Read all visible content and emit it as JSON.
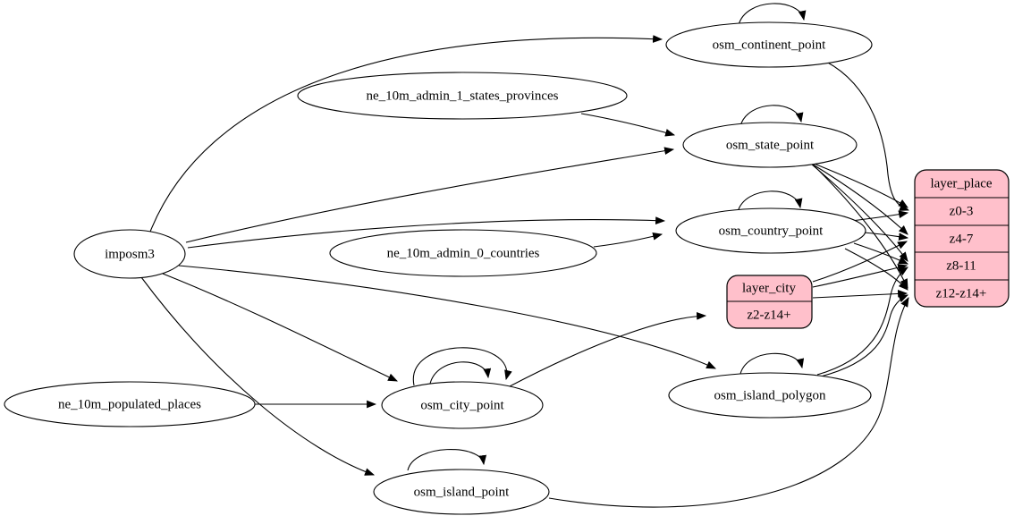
{
  "diagram_type": "etl-dependency-graph",
  "colors": {
    "record_fill": "#ffc0cb",
    "node_fill": "#ffffff",
    "edge_color": "#000000",
    "text_color": "#000000"
  },
  "nodes": {
    "imposm3": {
      "label": "imposm3",
      "shape": "ellipse"
    },
    "ne_10m_admin_1_states_provinces": {
      "label": "ne_10m_admin_1_states_provinces",
      "shape": "ellipse"
    },
    "ne_10m_admin_0_countries": {
      "label": "ne_10m_admin_0_countries",
      "shape": "ellipse"
    },
    "ne_10m_populated_places": {
      "label": "ne_10m_populated_places",
      "shape": "ellipse"
    },
    "osm_continent_point": {
      "label": "osm_continent_point",
      "shape": "ellipse"
    },
    "osm_state_point": {
      "label": "osm_state_point",
      "shape": "ellipse"
    },
    "osm_country_point": {
      "label": "osm_country_point",
      "shape": "ellipse"
    },
    "osm_city_point": {
      "label": "osm_city_point",
      "shape": "ellipse"
    },
    "osm_island_polygon": {
      "label": "osm_island_polygon",
      "shape": "ellipse"
    },
    "osm_island_point": {
      "label": "osm_island_point",
      "shape": "ellipse"
    },
    "layer_city": {
      "label": "layer_city",
      "shape": "record",
      "rows": [
        "z2-z14+"
      ]
    },
    "layer_place": {
      "label": "layer_place",
      "shape": "record",
      "rows": [
        "z0-3",
        "z4-7",
        "z8-11",
        "z12-z14+"
      ]
    }
  },
  "edges": [
    {
      "from": "imposm3",
      "to": "osm_continent_point"
    },
    {
      "from": "imposm3",
      "to": "osm_state_point"
    },
    {
      "from": "imposm3",
      "to": "osm_country_point"
    },
    {
      "from": "imposm3",
      "to": "osm_city_point"
    },
    {
      "from": "imposm3",
      "to": "osm_island_polygon"
    },
    {
      "from": "imposm3",
      "to": "osm_island_point"
    },
    {
      "from": "ne_10m_admin_1_states_provinces",
      "to": "osm_state_point"
    },
    {
      "from": "ne_10m_admin_0_countries",
      "to": "osm_country_point"
    },
    {
      "from": "ne_10m_populated_places",
      "to": "osm_city_point"
    },
    {
      "from": "osm_continent_point",
      "to": "osm_continent_point",
      "type": "self"
    },
    {
      "from": "osm_state_point",
      "to": "osm_state_point",
      "type": "self"
    },
    {
      "from": "osm_country_point",
      "to": "osm_country_point",
      "type": "self"
    },
    {
      "from": "osm_city_point",
      "to": "osm_city_point",
      "type": "self"
    },
    {
      "from": "osm_city_point",
      "to": "osm_city_point",
      "type": "self"
    },
    {
      "from": "osm_island_polygon",
      "to": "osm_island_polygon",
      "type": "self"
    },
    {
      "from": "osm_island_point",
      "to": "osm_island_point",
      "type": "self"
    },
    {
      "from": "osm_continent_point",
      "to": "layer_place",
      "to_port": "z0-3"
    },
    {
      "from": "osm_state_point",
      "to": "layer_place",
      "to_port": "z0-3"
    },
    {
      "from": "osm_state_point",
      "to": "layer_place",
      "to_port": "z4-7"
    },
    {
      "from": "osm_state_point",
      "to": "layer_place",
      "to_port": "z8-11"
    },
    {
      "from": "osm_state_point",
      "to": "layer_place",
      "to_port": "z12-z14+"
    },
    {
      "from": "osm_country_point",
      "to": "layer_place",
      "to_port": "z0-3"
    },
    {
      "from": "osm_country_point",
      "to": "layer_place",
      "to_port": "z4-7"
    },
    {
      "from": "osm_country_point",
      "to": "layer_place",
      "to_port": "z8-11"
    },
    {
      "from": "osm_country_point",
      "to": "layer_place",
      "to_port": "z12-z14+"
    },
    {
      "from": "osm_city_point",
      "to": "layer_city",
      "to_port": "z2-z14+"
    },
    {
      "from": "layer_city",
      "to": "layer_place",
      "to_port": "z4-7"
    },
    {
      "from": "layer_city",
      "to": "layer_place",
      "to_port": "z8-11"
    },
    {
      "from": "layer_city",
      "to": "layer_place",
      "to_port": "z12-z14+"
    },
    {
      "from": "osm_island_polygon",
      "to": "layer_place",
      "to_port": "z8-11"
    },
    {
      "from": "osm_island_polygon",
      "to": "layer_place",
      "to_port": "z12-z14+"
    },
    {
      "from": "osm_island_point",
      "to": "layer_place",
      "to_port": "z12-z14+"
    }
  ]
}
